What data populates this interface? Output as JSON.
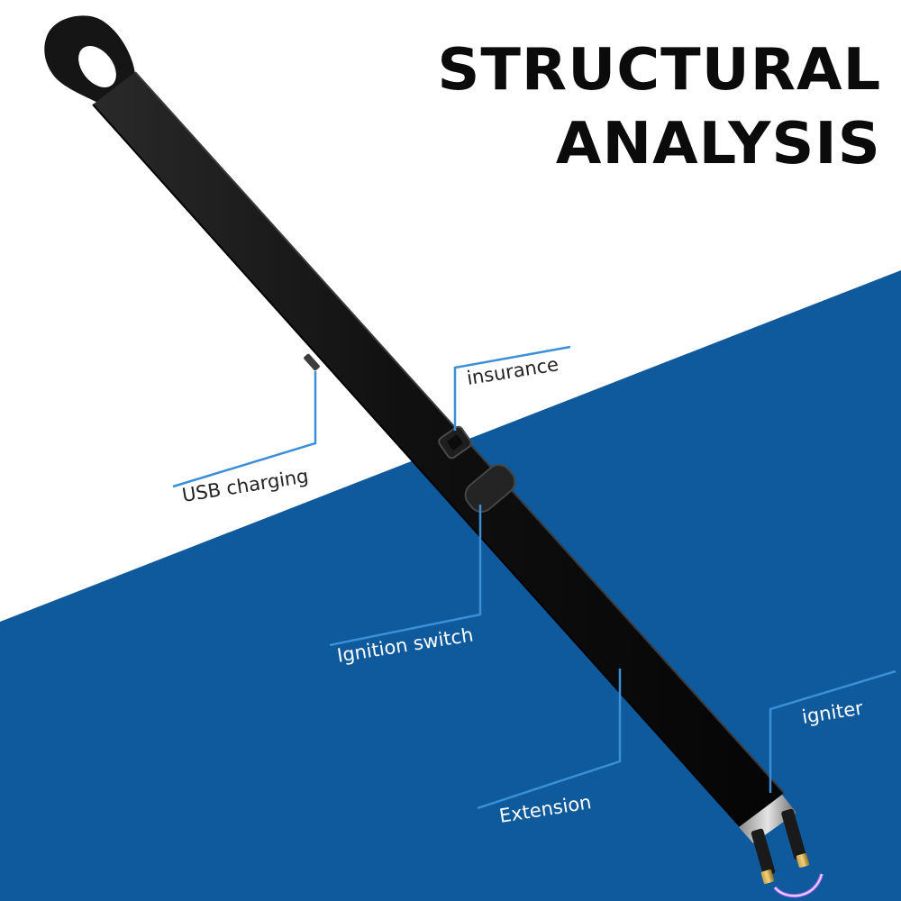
{
  "title": {
    "line1": "STRUCTURAL",
    "line2": "ANALYSIS"
  },
  "callouts": {
    "insurance": "insurance",
    "usb_charging": "USB charging",
    "ignition_switch": "Ignition switch",
    "igniter": "igniter",
    "extension": "Extension"
  },
  "colors": {
    "background": "#ffffff",
    "blue_band": "#0f5a9c",
    "lighter_body": "#131313",
    "leader_line": "#3a8fd8",
    "title_text": "#0b0b0b",
    "arc": "#b36cff"
  }
}
